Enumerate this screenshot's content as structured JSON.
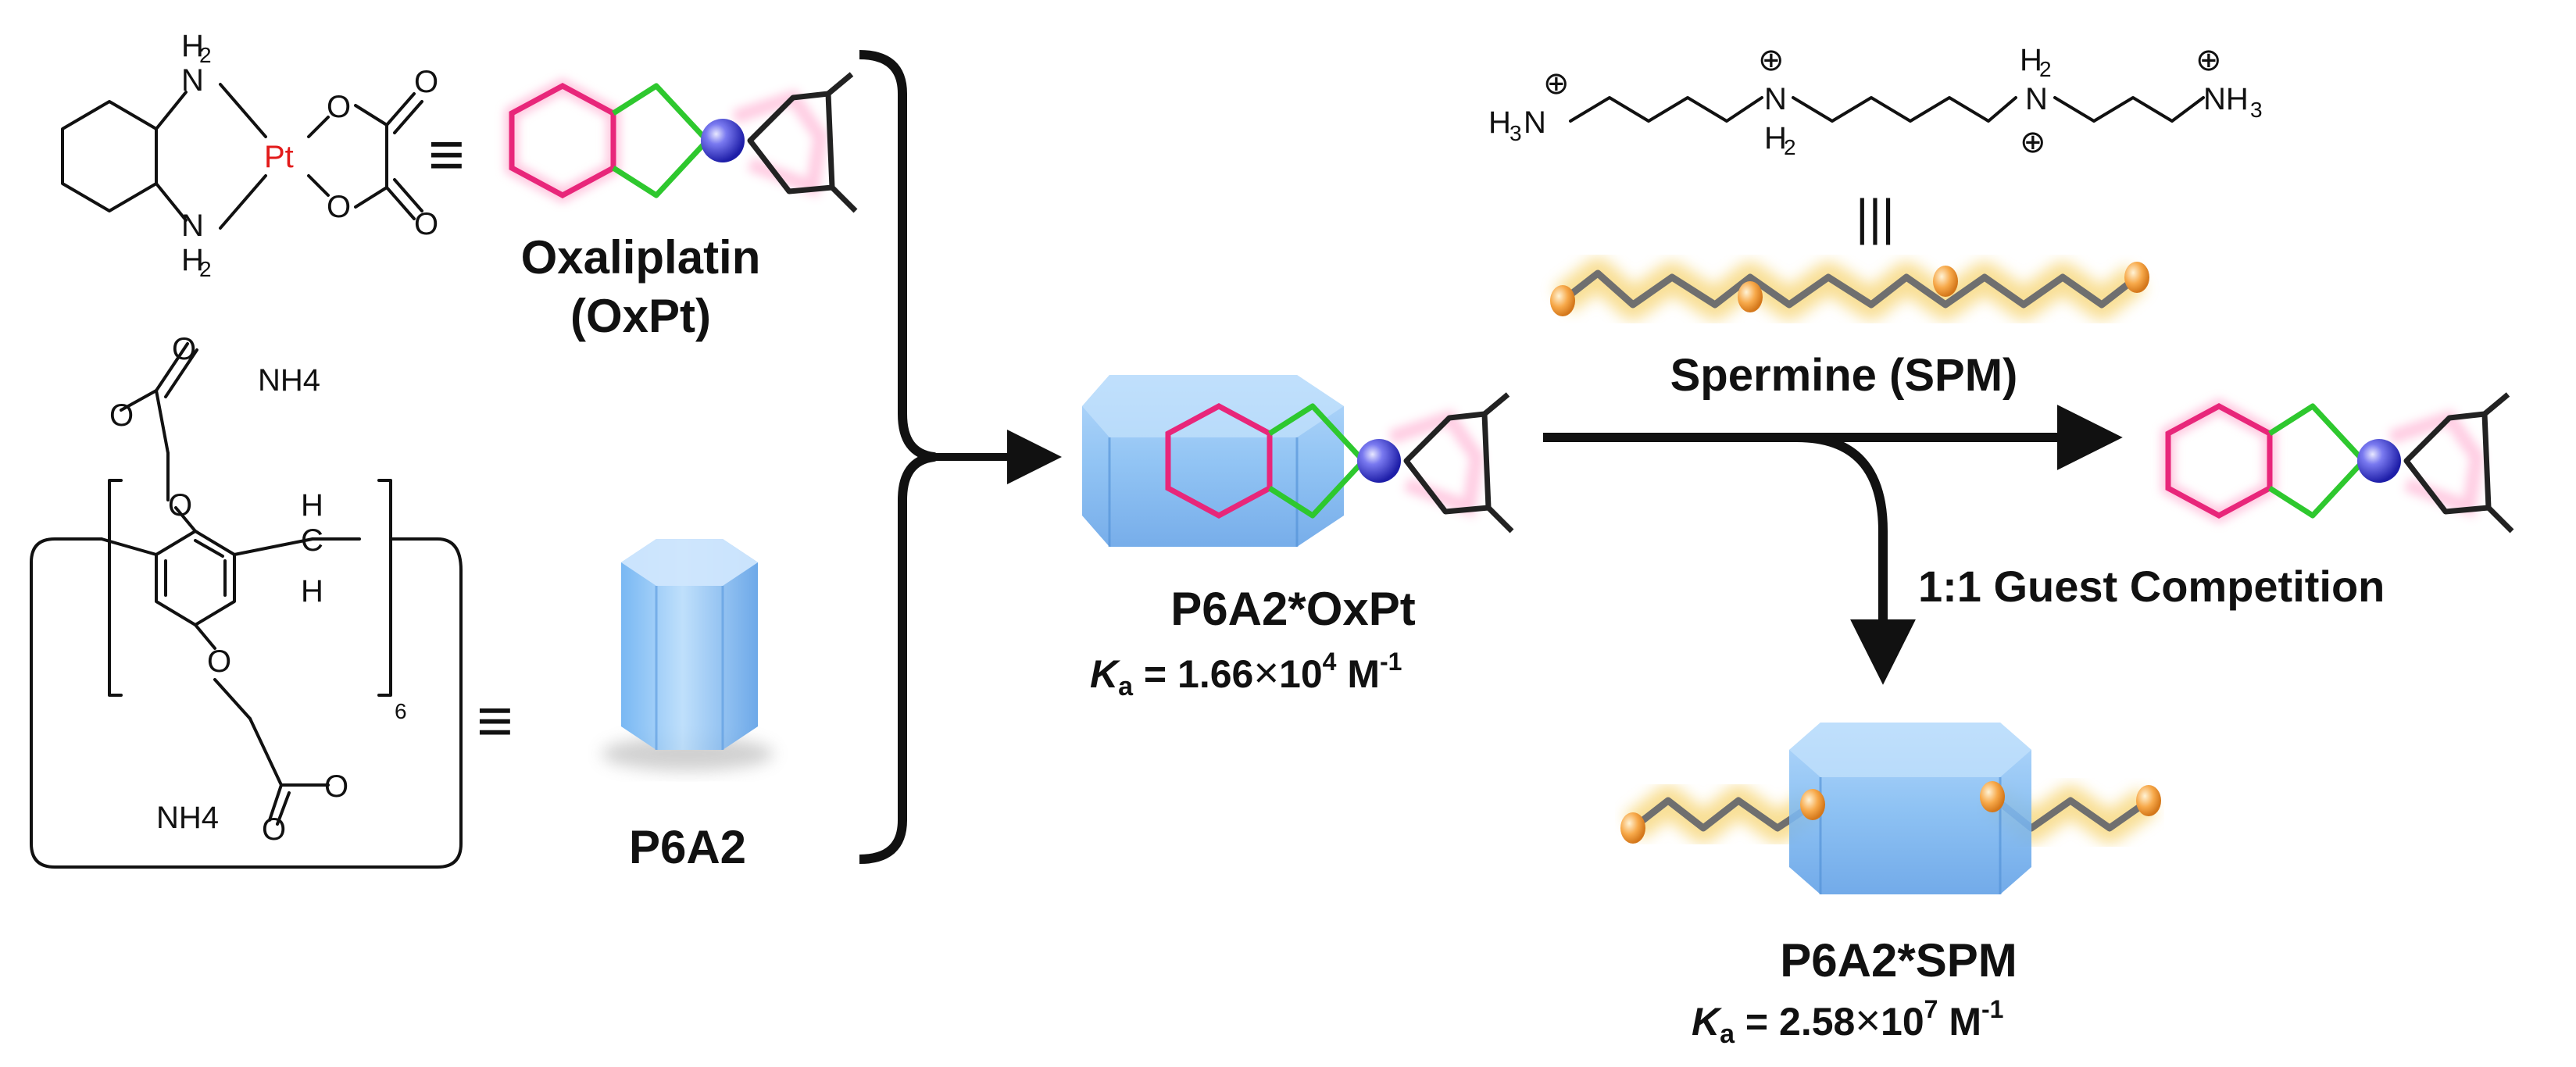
{
  "oxaliplatin": {
    "atoms": {
      "h2": "H",
      "h2_sub": "2",
      "n": "N",
      "pt": "Pt",
      "o": "O"
    },
    "name": "Oxaliplatin",
    "abbr": "(OxPt)"
  },
  "equiv": "≡",
  "p6a2": {
    "atoms": {
      "o": "O",
      "nh4": "NH4",
      "h": "H",
      "c": "C",
      "six": "6"
    },
    "name": "P6A2"
  },
  "spermine": {
    "name": "Spermine (SPM)",
    "h3n": "H",
    "h3n_sub": "3",
    "h3n_n": "N",
    "nh3_n": "NH",
    "nh3_sub": "3",
    "nh_n": "N",
    "nh_h": "H",
    "nh_h_sub": "2",
    "plus": "⊕",
    "equiv_vertical": "|||"
  },
  "complex_oxpt": {
    "name": "P6A2*OxPt",
    "ka_symbol": "K",
    "ka_sub": "a",
    "ka_value": " = 1.66",
    "ka_times": "×",
    "ka_base": "10",
    "ka_exp": "4",
    "ka_unit": " M",
    "ka_unit_exp": "-1"
  },
  "competition": {
    "label": "1:1 Guest Competition"
  },
  "complex_spm": {
    "name": "P6A2*SPM",
    "ka_symbol": "K",
    "ka_sub": "a",
    "ka_value": " = 2.58",
    "ka_times": "×",
    "ka_base": "10",
    "ka_exp": "7",
    "ka_unit": " M",
    "ka_unit_exp": "-1"
  },
  "colors": {
    "cyclohexane": "#e8267a",
    "linker": "#2ec82e",
    "ring_dark": "#222222",
    "platinum_sphere": "#3a3ad8",
    "macrocycle_blue": "#8fc4f5",
    "spm_chain": "#6f6f6f",
    "spm_glow": "#f2c64a",
    "spm_bead": "#f5a040",
    "pt_label": "#e21b1b"
  }
}
